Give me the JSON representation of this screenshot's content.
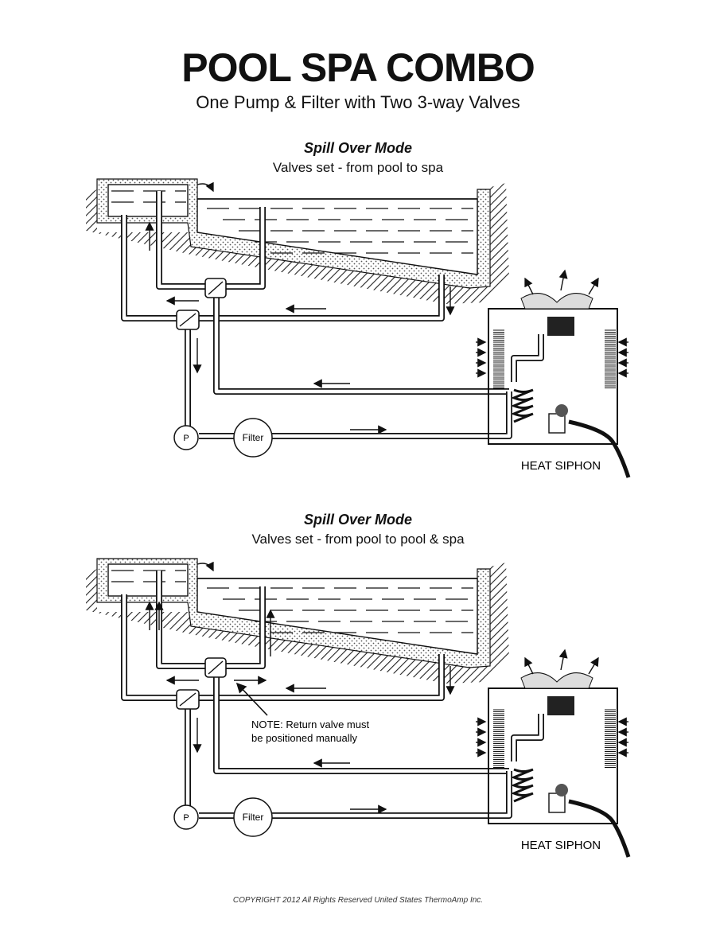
{
  "header": {
    "title": "POOL SPA COMBO",
    "subtitle": "One Pump & Filter with Two 3-way Valves"
  },
  "diagrams": [
    {
      "mode": "Spill Over Mode",
      "valves": "Valves set  - from pool to spa",
      "pump_label": "P",
      "filter_label": "Filter",
      "heater_label": "HEAT SIPHON",
      "note": []
    },
    {
      "mode": "Spill Over Mode",
      "valves": "Valves set  - from pool to pool & spa",
      "pump_label": "P",
      "filter_label": "Filter",
      "heater_label": "HEAT SIPHON",
      "note": [
        "NOTE: Return valve must",
        "be positioned manually"
      ]
    }
  ],
  "footer": {
    "copyright": "COPYRIGHT 2012 All Rights Reserved United States ThermoAmp Inc."
  }
}
